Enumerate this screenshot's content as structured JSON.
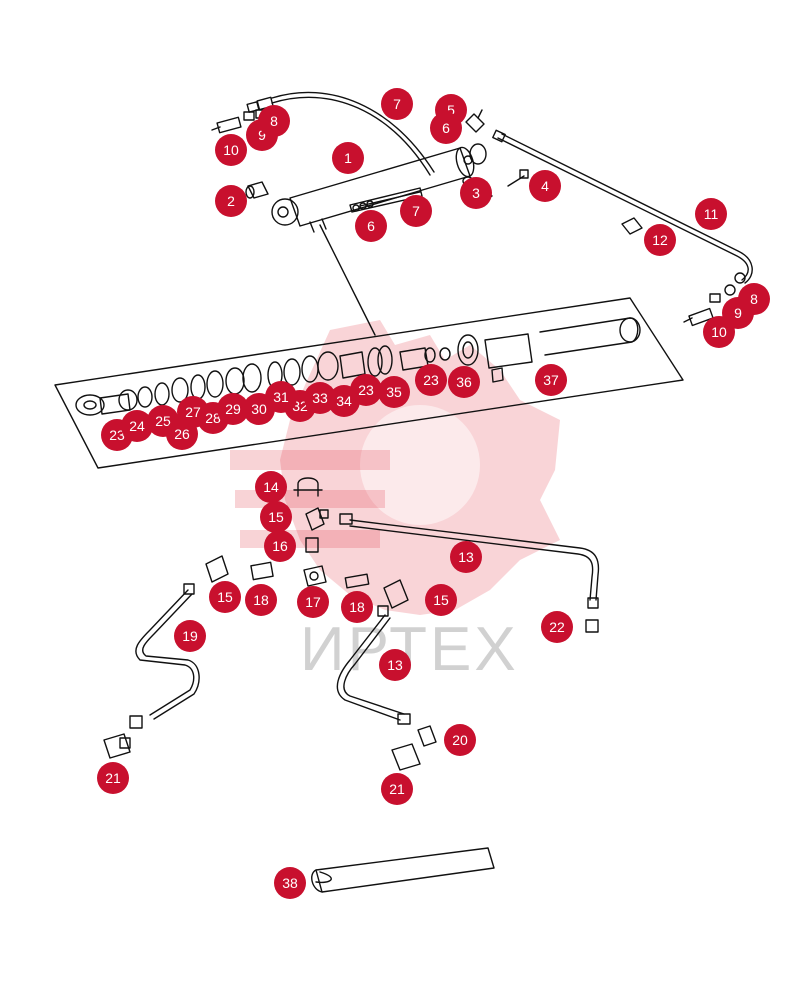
{
  "watermark": {
    "text": "ИРТЕХ",
    "color": "#e8a0a6",
    "text_color": "#c9c9c9"
  },
  "accent_color": "#c8102e",
  "callouts": [
    {
      "id": "1",
      "label": "1"
    },
    {
      "id": "2",
      "label": "2"
    },
    {
      "id": "3",
      "label": "3"
    },
    {
      "id": "4",
      "label": "4"
    },
    {
      "id": "5",
      "label": "5"
    },
    {
      "id": "6a",
      "label": "6"
    },
    {
      "id": "6b",
      "label": "6"
    },
    {
      "id": "7a",
      "label": "7"
    },
    {
      "id": "7b",
      "label": "7"
    },
    {
      "id": "8a",
      "label": "8"
    },
    {
      "id": "8b",
      "label": "8"
    },
    {
      "id": "9a",
      "label": "9"
    },
    {
      "id": "9b",
      "label": "9"
    },
    {
      "id": "10a",
      "label": "10"
    },
    {
      "id": "10b",
      "label": "10"
    },
    {
      "id": "11",
      "label": "11"
    },
    {
      "id": "12",
      "label": "12"
    },
    {
      "id": "13a",
      "label": "13"
    },
    {
      "id": "13b",
      "label": "13"
    },
    {
      "id": "14",
      "label": "14"
    },
    {
      "id": "15a",
      "label": "15"
    },
    {
      "id": "15b",
      "label": "15"
    },
    {
      "id": "15c",
      "label": "15"
    },
    {
      "id": "16",
      "label": "16"
    },
    {
      "id": "17",
      "label": "17"
    },
    {
      "id": "18a",
      "label": "18"
    },
    {
      "id": "18b",
      "label": "18"
    },
    {
      "id": "19",
      "label": "19"
    },
    {
      "id": "20",
      "label": "20"
    },
    {
      "id": "21a",
      "label": "21"
    },
    {
      "id": "21b",
      "label": "21"
    },
    {
      "id": "22",
      "label": "22"
    },
    {
      "id": "23a",
      "label": "23"
    },
    {
      "id": "23b",
      "label": "23"
    },
    {
      "id": "23c",
      "label": "23"
    },
    {
      "id": "24",
      "label": "24"
    },
    {
      "id": "25",
      "label": "25"
    },
    {
      "id": "26",
      "label": "26"
    },
    {
      "id": "27",
      "label": "27"
    },
    {
      "id": "28",
      "label": "28"
    },
    {
      "id": "29",
      "label": "29"
    },
    {
      "id": "30",
      "label": "30"
    },
    {
      "id": "31",
      "label": "31"
    },
    {
      "id": "32",
      "label": "32"
    },
    {
      "id": "33",
      "label": "33"
    },
    {
      "id": "34",
      "label": "34"
    },
    {
      "id": "35",
      "label": "35"
    },
    {
      "id": "36",
      "label": "36"
    },
    {
      "id": "37",
      "label": "37"
    },
    {
      "id": "38",
      "label": "38"
    }
  ]
}
